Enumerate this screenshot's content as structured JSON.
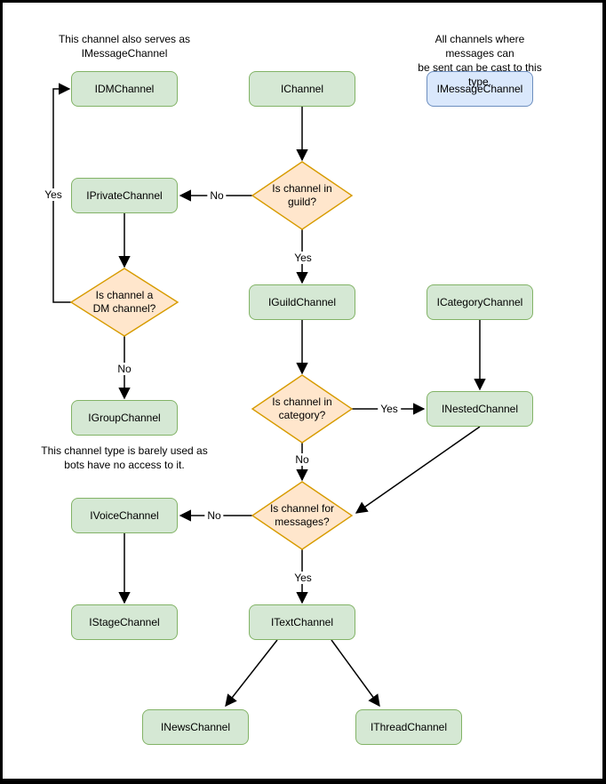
{
  "diagram": {
    "nodes": {
      "idmchannel": "IDMChannel",
      "ichannel": "IChannel",
      "imessagechannel": "IMessageChannel",
      "iprivatechannel": "IPrivateChannel",
      "iguildchannel": "IGuildChannel",
      "icategorychannel": "ICategoryChannel",
      "igroupchannel": "IGroupChannel",
      "inestedchannel": "INestedChannel",
      "ivoicechannel": "IVoiceChannel",
      "istagechannel": "IStageChannel",
      "itextchannel": "ITextChannel",
      "inewschannel": "INewsChannel",
      "ithreadchannel": "IThreadChannel"
    },
    "decisions": {
      "in_guild": "Is channel in\nguild?",
      "is_dm": "Is channel a\nDM channel?",
      "in_category": "Is channel in\ncategory?",
      "for_messages": "Is channel for\nmessages?"
    },
    "edge_labels": {
      "guild_no": "No",
      "guild_yes": "Yes",
      "dm_yes": "Yes",
      "dm_no": "No",
      "category_yes": "Yes",
      "category_no": "No",
      "messages_no": "No",
      "messages_yes": "Yes"
    },
    "notes": {
      "dm": "This channel also serves as\nIMessageChannel",
      "message": "All channels where messages can\nbe sent can be cast to this type.",
      "group": "This channel type is barely used as\nbots have no access to it."
    },
    "colors": {
      "node_fill": "#d5e8d4",
      "node_stroke": "#82b366",
      "decision_fill": "#ffe6cc",
      "decision_stroke": "#d79b00",
      "message_fill": "#dae8fc",
      "message_stroke": "#6c8ebf",
      "edge": "#000000",
      "text": "#000000",
      "background": "#ffffff",
      "border": "#000000"
    }
  }
}
